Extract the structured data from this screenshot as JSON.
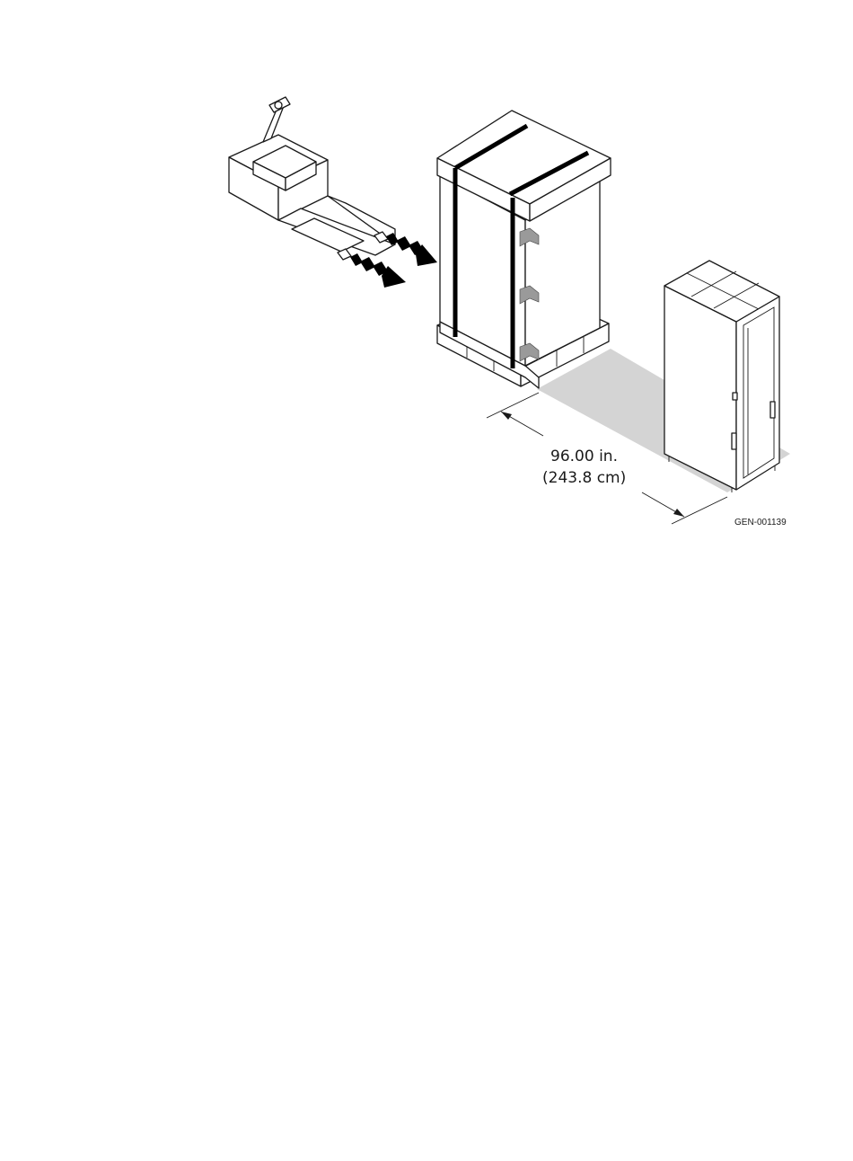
{
  "diagram": {
    "dimension": {
      "imperial": "96.00 in.",
      "metric": "(243.8 cm)"
    },
    "figure_id": "GEN-001139",
    "colors": {
      "clearance_shadow": "#d4d4d4",
      "outline": "#1a1a1a",
      "strap": "#000000",
      "corner_bracket": "#9a9a9a"
    },
    "components": [
      "pallet-jack",
      "motion-arrow",
      "shipping-crate-on-pallet",
      "clearance-zone",
      "dimension-arrow",
      "unpacked-cabinet"
    ]
  }
}
